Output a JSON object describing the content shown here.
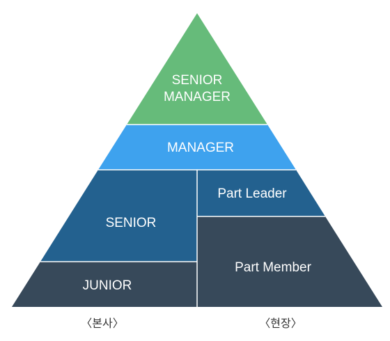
{
  "levels": {
    "senior_manager": {
      "line1": "SENIOR",
      "line2": "MANAGER",
      "color": "#66bb7a"
    },
    "manager": {
      "label": "MANAGER",
      "color": "#3ea2ee"
    },
    "senior": {
      "label": "SENIOR",
      "color": "#23618f"
    },
    "junior": {
      "label": "JUNIOR",
      "color": "#37495a"
    },
    "part_leader": {
      "label": "Part Leader",
      "color": "#23618f"
    },
    "part_member": {
      "label": "Part Member",
      "color": "#37495a"
    }
  },
  "captions": {
    "left": "〈본사〉",
    "right": "〈현장〉"
  }
}
